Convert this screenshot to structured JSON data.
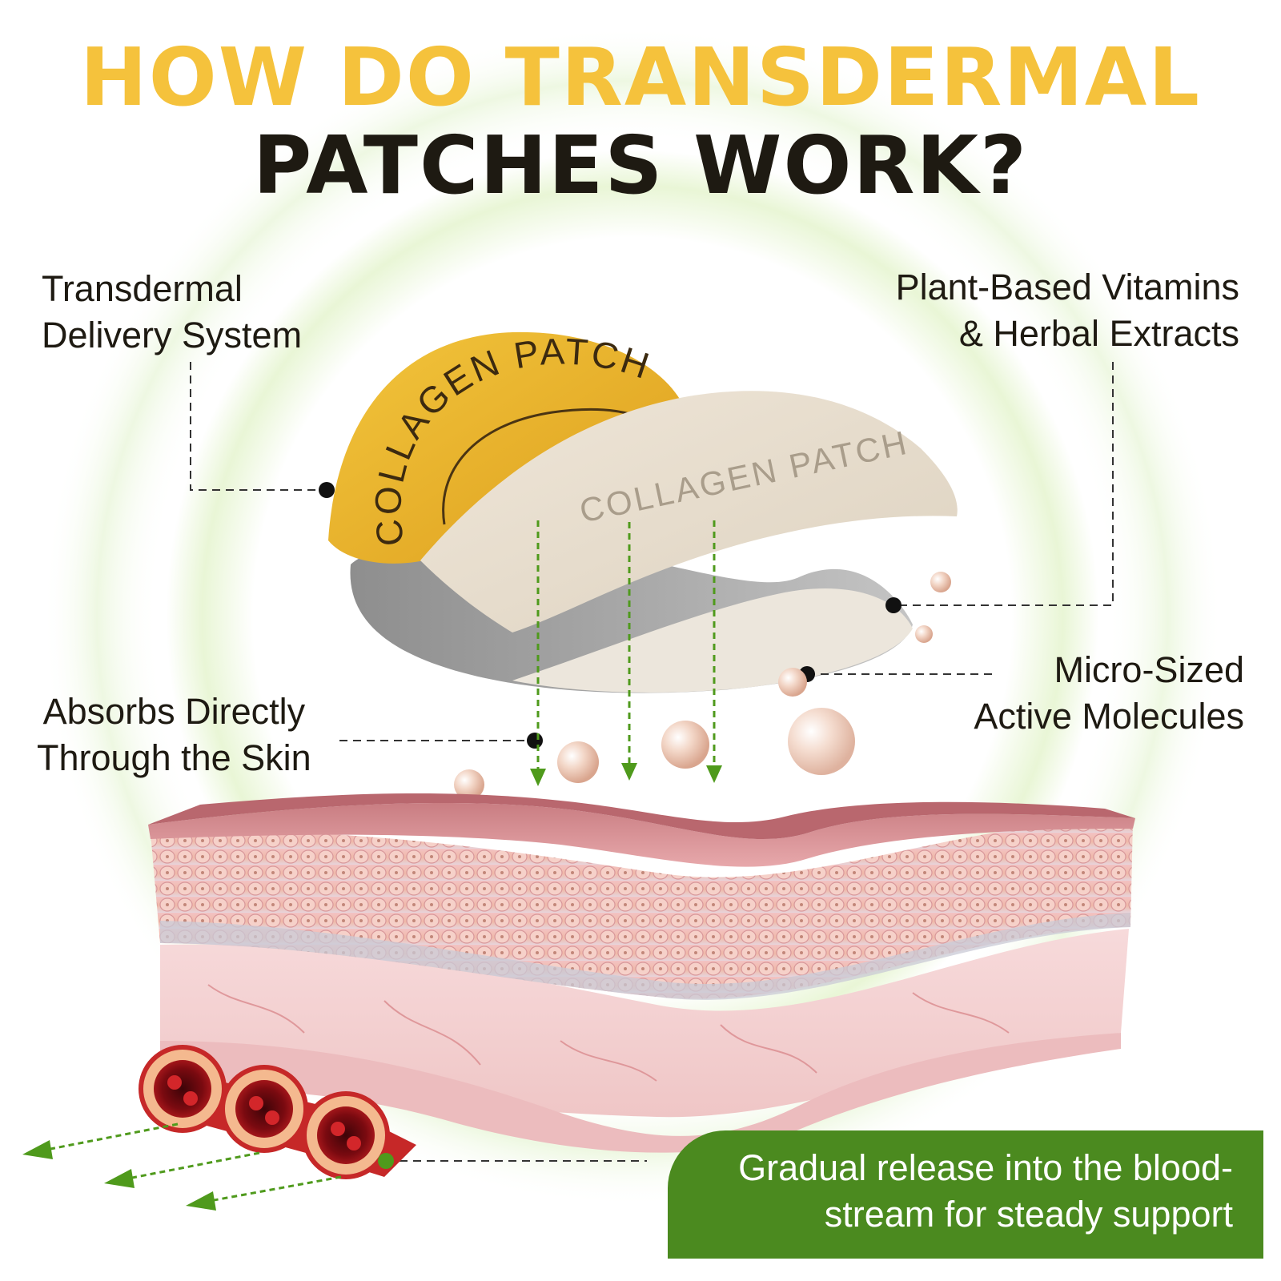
{
  "headline": {
    "line1": "HOW DO TRANSDERMAL",
    "line2": "PATCHES WORK?"
  },
  "patch": {
    "front_text": "COLLAGEN PATCH",
    "back_text": "COLLAGEN PATCH"
  },
  "callouts": {
    "delivery_system": {
      "line1": "Transdermal",
      "line2": "Delivery System"
    },
    "ingredients": {
      "line1": "Plant-Based Vitamins",
      "line2": "& Herbal Extracts"
    },
    "absorption": {
      "line1": "Absorbs Directly",
      "line2": "Through the Skin"
    },
    "molecules": {
      "line1": "Micro-Sized",
      "line2": "Active Molecules"
    }
  },
  "banner": {
    "line1": "Gradual release into the blood-",
    "line2": "stream for steady support"
  },
  "colors": {
    "headline_accent": "#f5c23c",
    "headline_dark": "#1e1a12",
    "banner_green": "#4b8a1f",
    "arrow_green": "#4f9a1c",
    "skin_pink": "#f1c2c1",
    "patch_gold": "#e8b12a"
  }
}
